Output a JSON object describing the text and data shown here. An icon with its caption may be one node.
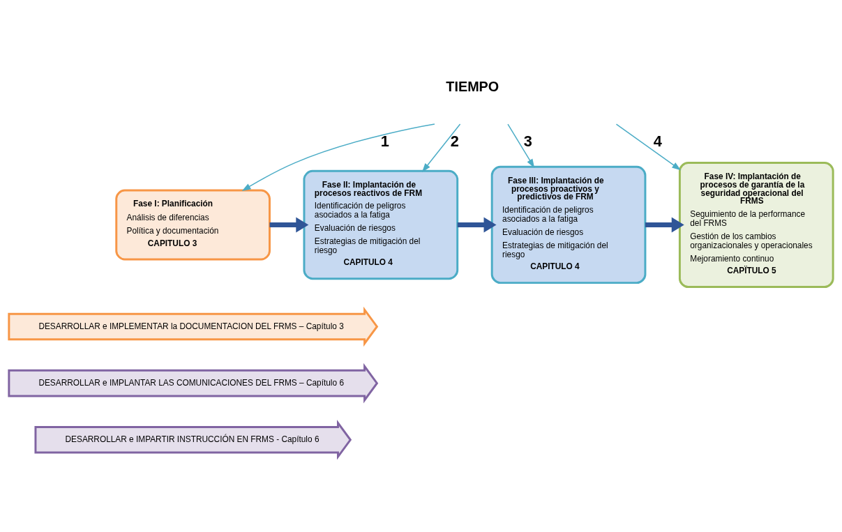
{
  "diagram": {
    "nodes": [
      {
        "text": [
          "Fase I: Planificación",
          "Análisis de diferencias",
          "Política y documentación",
          "CAPITULO 3"
        ]
      },
      {
        "text": [
          "Fase II: Implantación de procesos reactivos de FRM",
          "Identificación de peligros asociados a la fatiga",
          "Evaluación de riesgos",
          "Estrategias de mitigación del riesgo",
          "CAPITULO 4"
        ]
      },
      {
        "text": [
          "Fase III: Implantación de procesos proactivos y predictivos de FRM",
          "Identificación de peligros asociados a la fatiga",
          "Evaluación de riesgos",
          "Estrategias de mitigación del riesgo",
          "CAPITULO 4"
        ]
      },
      {
        "text": [
          "Fase IV: Implantación de procesos de garantía de la seguridad operacional del FRMS",
          "Seguimiento de la performance del FRMS",
          "Gestión de los cambios organizacionales y operacionales",
          "Mejoramiento continuo",
          "CAPÏTULO 5"
        ]
      },
      {
        "text": [
          "DESARROLLAR e IMPLEMENTAR la DOCUMENTACION DEL FRMS – Capítulo 3"
        ]
      },
      {
        "text": [
          "DESARROLLAR e IMPLANTAR LAS COMUNICACIONES DEL FRMS – Capítulo 6"
        ]
      },
      {
        "text": [
          "DESARROLLAR e IMPARTIR INSTRUCCIÓN EN FRMS - Capítulo 6"
        ]
      }
    ],
    "edges": [
      {
        "from": null,
        "to": 0,
        "arrow": "to",
        "label": "1"
      },
      {
        "from": null,
        "to": 1,
        "arrow": "to",
        "label": "2"
      },
      {
        "from": null,
        "to": 2,
        "arrow": "to",
        "label": "3"
      },
      {
        "from": null,
        "to": 3,
        "arrow": "to",
        "label": "4"
      },
      {
        "from": 0,
        "to": 1,
        "arrow": "to",
        "style": "thick",
        "color": "#2f5597"
      },
      {
        "from": 1,
        "to": 2,
        "arrow": "to",
        "style": "thick",
        "color": "#2f5597"
      },
      {
        "from": 2,
        "to": 3,
        "arrow": "to",
        "style": "thick",
        "color": "#2f5597"
      }
    ],
    "labels": [
      "TIEMPO"
    ]
  }
}
